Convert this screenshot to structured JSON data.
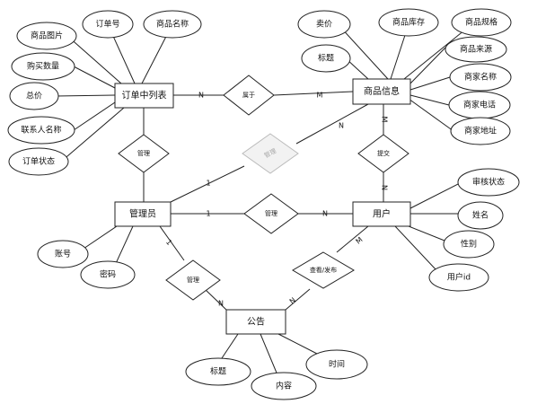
{
  "entities": {
    "order_detail": "订单中列表",
    "product_info": "商品信息",
    "admin": "管理员",
    "user": "用户",
    "notice": "公告"
  },
  "order_attrs": {
    "order_no": "订单号",
    "product_name": "商品名称",
    "product_image": "商品图片",
    "buy_qty": "购买数量",
    "total_price": "总价",
    "contact_name": "联系人名称",
    "order_status": "订单状态"
  },
  "product_attrs": {
    "price": "卖价",
    "stock": "商品库存",
    "spec": "商品规格",
    "title": "标题",
    "source": "商品来源",
    "merchant_name": "商家名称",
    "merchant_phone": "商家电话",
    "merchant_address": "商家地址"
  },
  "admin_attrs": {
    "account": "账号",
    "password": "密码"
  },
  "user_attrs": {
    "review_status": "审核状态",
    "name": "姓名",
    "gender": "性别",
    "user_id": "用户id"
  },
  "notice_attrs": {
    "title": "标题",
    "content": "内容",
    "time": "时间"
  },
  "relationships": {
    "belongs": "属于",
    "manage_orders": "管理",
    "manage_products": "管理",
    "submit": "提交",
    "manage_users": "管理",
    "view_publish": "查看/发布",
    "manage_notice": "管理"
  },
  "cardinality": {
    "belongs_order": "N",
    "belongs_product": "M",
    "manage_products_product": "N",
    "manage_products_admin": "1",
    "submit_product": "M",
    "submit_user": "N",
    "manage_users_admin": "1",
    "manage_users_user": "N",
    "view_user": "M",
    "view_notice": "N",
    "manage_notice_admin": "1",
    "manage_notice_notice": "N"
  }
}
